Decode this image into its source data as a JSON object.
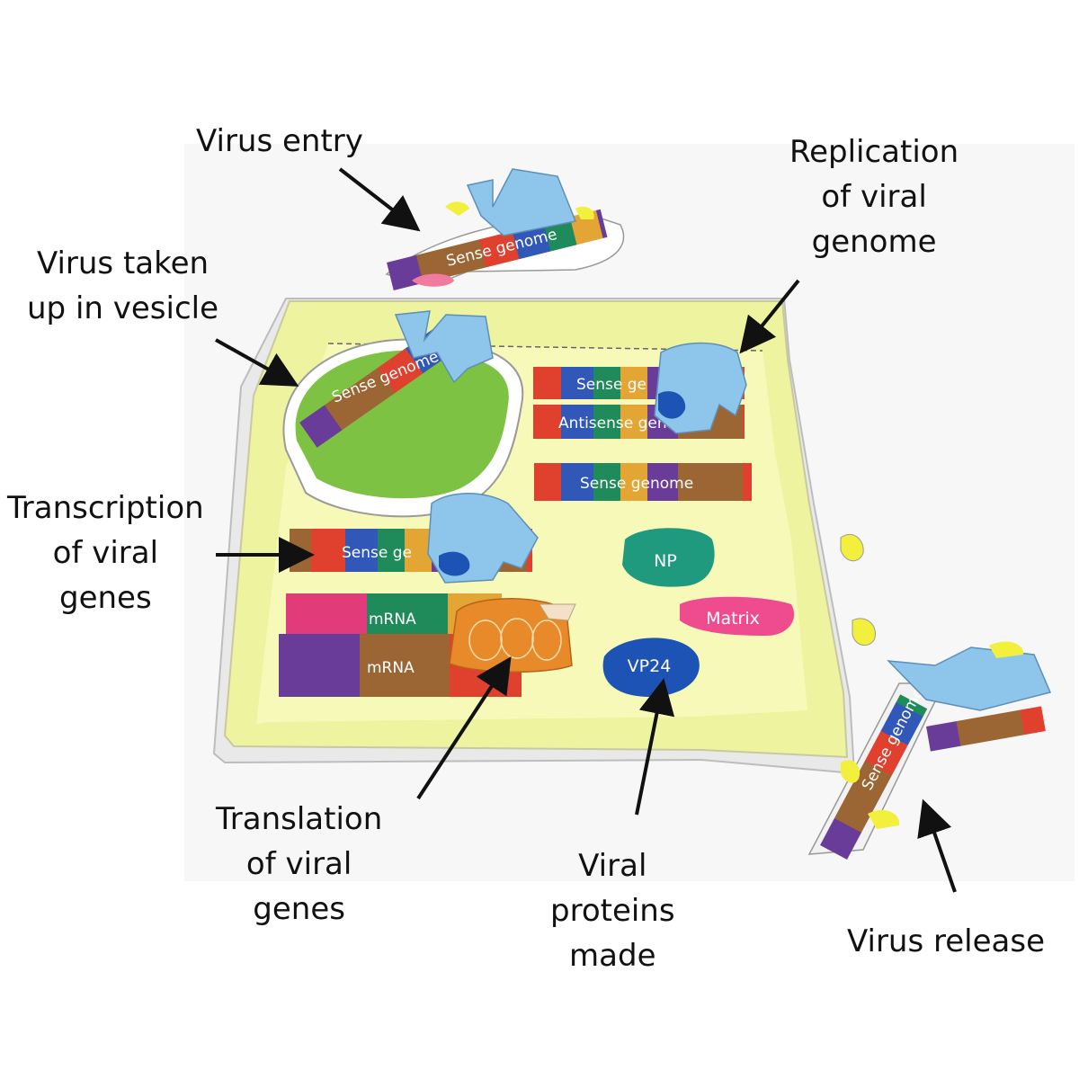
{
  "labels": {
    "virus_entry": "Virus entry",
    "taken_up": [
      "Virus taken",
      "up in vesicle"
    ],
    "replication": [
      "Replication",
      "of viral",
      "genome"
    ],
    "transcription": [
      "Transcription",
      "of viral",
      "genes"
    ],
    "translation": [
      "Translation",
      "of viral",
      "genes"
    ],
    "proteins": [
      "Viral",
      "proteins",
      "made"
    ],
    "release": "Virus release"
  },
  "strips": {
    "top_virus": "Sense genome",
    "vesicle": "Sense genome",
    "replication_sense": "Sense ge",
    "replication_antisense": "Antisense gen",
    "sense_full": "Sense genome",
    "transcription": "Sense ge",
    "mrna_1": "mRNA",
    "mrna_2": "mRNA",
    "release_virus": "Sense genome"
  },
  "proteins": {
    "np": "NP",
    "matrix": "Matrix",
    "vp24": "VP24"
  },
  "colors": {
    "cell_yellow": "#f5f7a8",
    "vesicle_green": "#7dc242",
    "virus_blue": "#8ec5ea",
    "np_teal": "#1f9a7e",
    "matrix_pink": "#ee4c8e",
    "vp24_blue": "#1d53b5",
    "ribosome_orange": "#e88a2a",
    "strip_purple": "#6a3c9a",
    "strip_brown": "#9c6534",
    "strip_red": "#e0402e",
    "strip_pink": "#e23b7a",
    "strip_blue": "#3158b8",
    "strip_green": "#1f8a5a",
    "strip_orange": "#e3a533"
  }
}
